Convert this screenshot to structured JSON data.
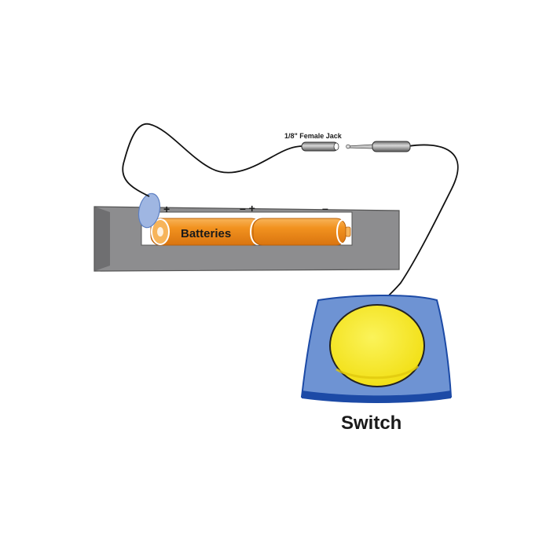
{
  "diagram": {
    "title": "",
    "labels": {
      "jack": "1/8\" Female Jack",
      "batteries": "Batteries",
      "switch": "Switch",
      "plus_left": "+",
      "mid_terminals": "– +",
      "minus_right": "–"
    },
    "components": [
      {
        "name": "battery holder",
        "icon": "tray-shape"
      },
      {
        "name": "batteries",
        "count": 2,
        "icon": "cylinder-battery"
      },
      {
        "name": "female jack",
        "icon": "jack-connector"
      },
      {
        "name": "male plug",
        "icon": "plug-connector"
      },
      {
        "name": "switch",
        "icon": "round-button-switch"
      }
    ],
    "colors": {
      "holder": "#8d8d8f",
      "battery": "#f2921f",
      "wire": "#111111",
      "switch_base": "#6e93d3",
      "switch_edge": "#1c4aa6",
      "switch_button": "#f6ea1d",
      "contact_pad": "#9fb6e2"
    }
  }
}
